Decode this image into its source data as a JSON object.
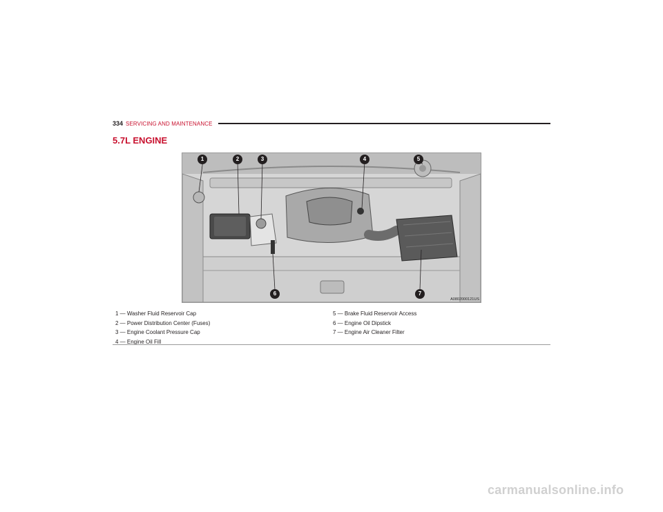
{
  "header": {
    "page_number": "334",
    "section_name": "SERVICING AND MAINTENANCE"
  },
  "section_title": "5.7L ENGINE",
  "figure": {
    "id_label": "A0802000121US",
    "callouts": [
      "1",
      "2",
      "3",
      "4",
      "5",
      "6",
      "7"
    ]
  },
  "legend": {
    "left": [
      "1 — Washer Fluid Reservoir Cap",
      "2 — Power Distribution Center (Fuses)",
      "3 — Engine Coolant Pressure Cap",
      "4 — Engine Oil Fill"
    ],
    "right": [
      "5 — Brake Fluid Reservoir Access",
      "6 — Engine Oil Dipstick",
      "7 — Engine Air Cleaner Filter"
    ]
  },
  "watermark": "carmanualsonline.info",
  "colors": {
    "accent": "#c8102e",
    "text": "#231f20",
    "callout_fill": "#231f20"
  }
}
